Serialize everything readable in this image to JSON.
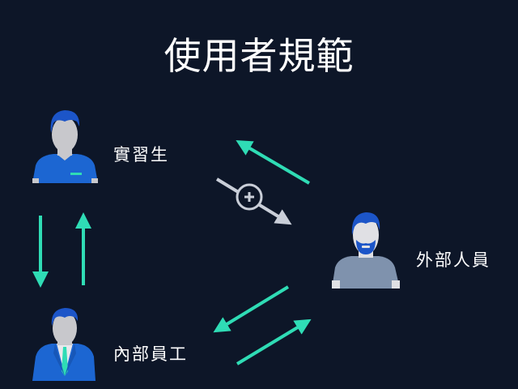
{
  "title": "使用者規範",
  "nodes": {
    "intern": {
      "label": "實習生",
      "icon": "intern-person-icon"
    },
    "internal_employee": {
      "label": "內部員工",
      "icon": "employee-suit-icon"
    },
    "external_person": {
      "label": "外部人員",
      "icon": "external-person-icon"
    }
  },
  "colors": {
    "background": "#0d1628",
    "arrow_allowed": "#2fdcb5",
    "arrow_blocked": "#c9ced8",
    "person_blue": "#1c66d2",
    "person_gray": "#c8c8cc",
    "external_shirt": "#7f92ad"
  }
}
